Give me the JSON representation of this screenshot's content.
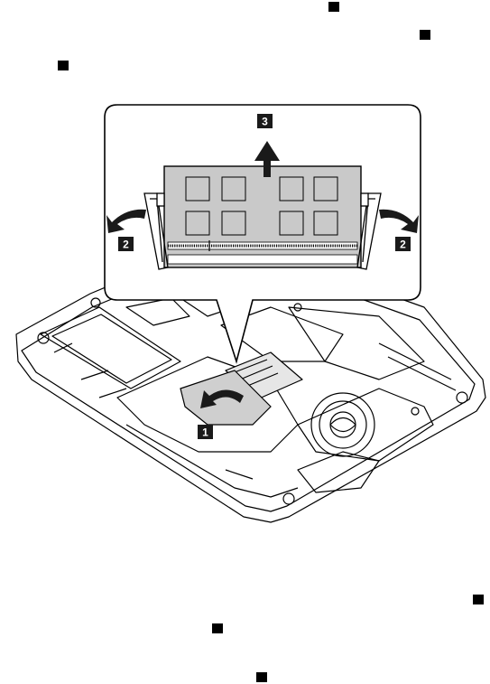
{
  "figure": {
    "callouts": [
      {
        "id": "1",
        "label": "1"
      },
      {
        "id": "2a",
        "label": "2"
      },
      {
        "id": "2b",
        "label": "2"
      },
      {
        "id": "3",
        "label": "3"
      }
    ]
  },
  "colors": {
    "ink": "#000000",
    "module_fill": "#c9c9c9",
    "chip_fill": "#bdbdbd",
    "arrow_fill": "#1a1a1a",
    "paper": "#ffffff"
  },
  "icons": [
    "callout-marker-icon",
    "arrow-up-icon",
    "arrow-curved-icon"
  ]
}
